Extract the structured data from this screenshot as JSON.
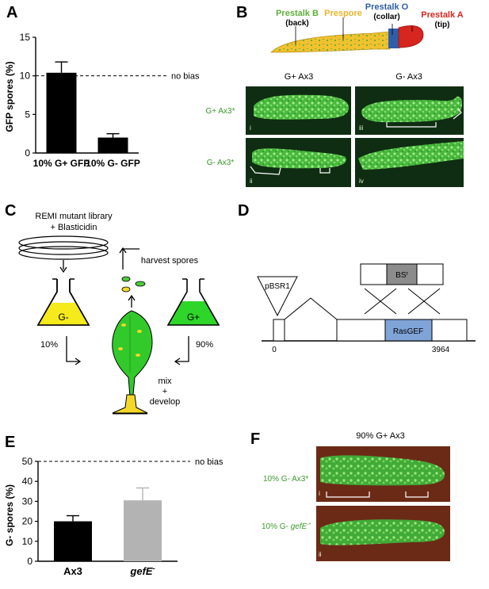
{
  "panels": {
    "A": {
      "letter": "A",
      "ylabel": "GFP spores (%)",
      "bias_label": "no bias",
      "chart_data": {
        "type": "bar",
        "categories": [
          "10% G+ GFP",
          "10% G- GFP"
        ],
        "values": [
          10.4,
          2.0
        ],
        "errors": [
          1.4,
          0.5
        ],
        "ylim": [
          0,
          15
        ],
        "yticks": [
          "0",
          "5",
          "10",
          "15"
        ],
        "reference_line": 10,
        "bar_color": "#000000"
      }
    },
    "B": {
      "letter": "B",
      "regions": {
        "prestalk_b": "Prestalk B",
        "prestalk_b_sub": "(back)",
        "prespore": "Prespore",
        "prestalk_o": "Prestalk O",
        "prestalk_o_sub": "(collar)",
        "prestalk_a": "Prestalk A",
        "prestalk_a_sub": "(tip)"
      },
      "colors": {
        "prestalk_b": "#5fae3b",
        "prespore": "#f2c12e",
        "prestalk_o": "#2f5ea8",
        "prestalk_a": "#d6261f"
      },
      "col_headers": [
        "G+ Ax3",
        "G- Ax3"
      ],
      "row_headers": [
        "G+ Ax3*",
        "G- Ax3*"
      ],
      "image_labels": [
        "i",
        "ii",
        "iii",
        "iv"
      ]
    },
    "C": {
      "letter": "C",
      "library_line1": "REMI mutant library",
      "library_line2": "+ Blasticidin",
      "harvest": "harvest spores",
      "flask_left": "G-",
      "flask_right": "G+",
      "pct_left": "10%",
      "pct_right": "90%",
      "mix": "mix",
      "plus": "+",
      "develop": "develop"
    },
    "D": {
      "letter": "D",
      "insert": "pBSR1",
      "bs_label": "BS",
      "bs_sup": "r",
      "domain": "RasGEF",
      "start": "0",
      "end": "3964"
    },
    "E": {
      "letter": "E",
      "ylabel": "G- spores (%)",
      "bias_label": "no bias",
      "chart_data": {
        "type": "bar",
        "categories": [
          "Ax3",
          "gefE-"
        ],
        "values": [
          20.0,
          30.5
        ],
        "errors": [
          2.8,
          6.2
        ],
        "ylim": [
          0,
          50
        ],
        "yticks": [
          "0",
          "10",
          "20",
          "30",
          "40",
          "50"
        ],
        "reference_line": 50,
        "bar_colors": [
          "#000000",
          "#b3b3b3"
        ]
      }
    },
    "F": {
      "letter": "F",
      "title": "90% G+ Ax3",
      "row1": "10% G- Ax3*",
      "row2_prefix": "10% G- ",
      "row2_gene": "gefE",
      "row2_sup": "-*",
      "image_labels": [
        "i",
        "ii"
      ]
    }
  }
}
